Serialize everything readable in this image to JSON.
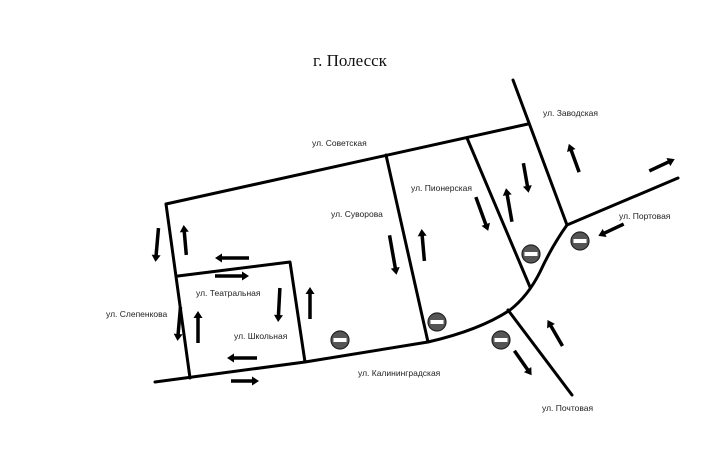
{
  "title": "г. Полесск",
  "streets": {
    "sovetskaya": "ул. Советская",
    "zavodskaya": "ул. Заводская",
    "pionerskaya": "ул. Пионерская",
    "suvorova": "ул. Суворова",
    "portovaya": "ул. Портовая",
    "teatralnaya": "ул. Театральная",
    "slepenkova": "ул. Слепенкова",
    "shkolnaya": "ул. Школьная",
    "kaliningradskaya": "ул. Калининградская",
    "pochtovaya": "ул. Почтовая"
  },
  "colors": {
    "road": "#000000",
    "sign": "#555555"
  }
}
